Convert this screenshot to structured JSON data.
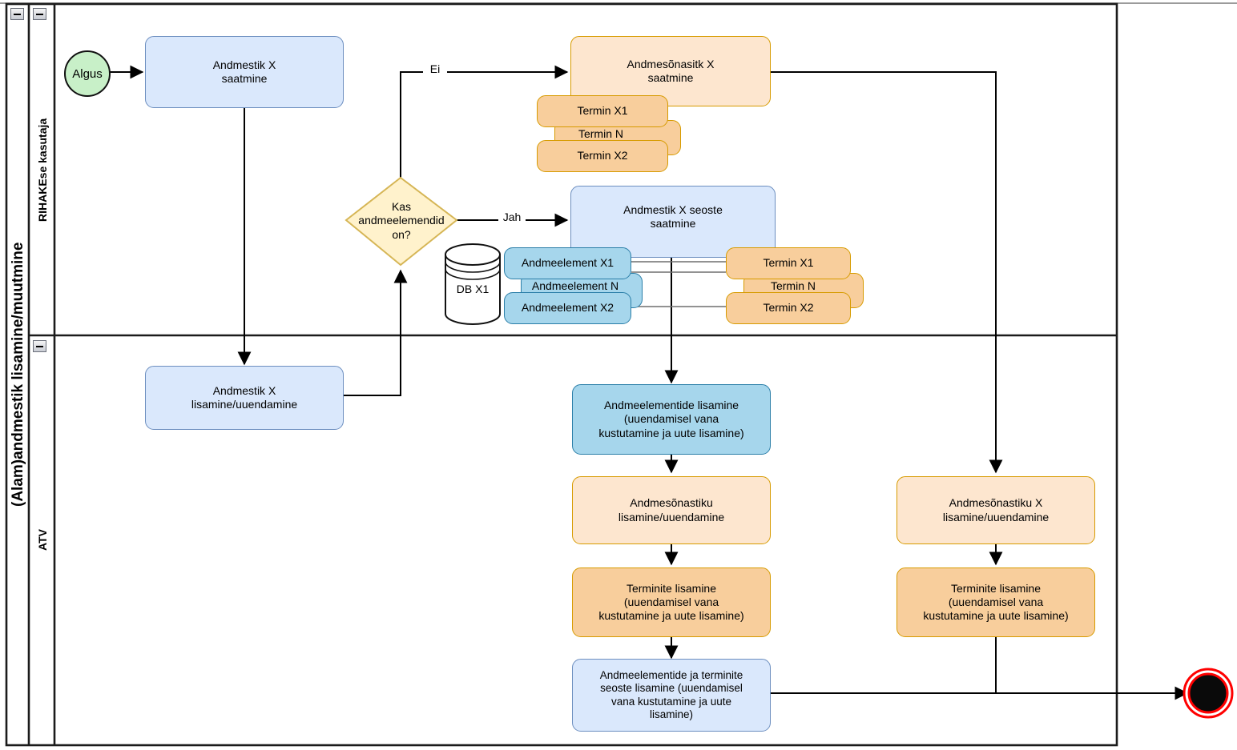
{
  "diagram": {
    "type": "bpmn-swimlane",
    "pool": {
      "title": "(Alam)andmestik lisamine/muutmine"
    },
    "lanes": [
      {
        "id": "lane-rihake",
        "title": "RIHAKEse kasutaja"
      },
      {
        "id": "lane-atv",
        "title": "ATV"
      }
    ],
    "collapse_icon": "minus-icon"
  },
  "events": {
    "start": {
      "label": "Algus",
      "shape": "circle",
      "fill": "#c8f0c8"
    },
    "end": {
      "label": "",
      "shape": "terminate-event",
      "ring": "#ff0000",
      "fill": "#000000"
    }
  },
  "gateway": {
    "label": "Kas andmeelemendid on?",
    "line1": "Kas",
    "line2": "andmeelemendid",
    "line3": "on?",
    "fill": "#fff2cc",
    "stroke": "#d6b656"
  },
  "flow_labels": {
    "no": "Ei",
    "yes": "Jah"
  },
  "tasks": {
    "andmestik_saatmine": {
      "label": "Andmestik X\nsaatmine",
      "fill": "#dae8fc",
      "stroke": "#6c8ebf"
    },
    "andmesonastik_saatmine": {
      "label": "Andmesõnasitk X\nsaatmine",
      "fill": "#fde6cf",
      "stroke": "#d79b00"
    },
    "andmestik_seoste_saatmine": {
      "label": "Andmestik X seoste\nsaatmine",
      "fill": "#dae8fc",
      "stroke": "#6c8ebf"
    },
    "andmestik_lisamine": {
      "label": "Andmestik X\nlisamine/uuendamine",
      "fill": "#dae8fc",
      "stroke": "#6c8ebf"
    },
    "andmeelementide_lisamine": {
      "label": "Andmeelementide lisamine (uuendamisel vana kustutamine ja uute lisamine)",
      "fill": "#a6d6ec",
      "stroke": "#2a7ea8"
    },
    "andmesonastiku_lisamine": {
      "label": "Andmesõnastiku\nlisamine/uuendamine",
      "fill": "#fde6cf",
      "stroke": "#d79b00"
    },
    "terminite_lisamine_c": {
      "label": "Terminite lisamine (uuendamisel vana kustutamine ja uute lisamine)",
      "fill": "#f8ce9c",
      "stroke": "#d79b00"
    },
    "seoste_lisamine": {
      "label": "Andmeelementide ja terminite seoste lisamine (uuendamisel vana kustutamine ja uute lisamine)",
      "fill": "#dae8fc",
      "stroke": "#6c8ebf"
    },
    "andmesonastiku_x_lisamine": {
      "label": "Andmesõnastiku X\nlisamine/uuendamine",
      "fill": "#fde6cf",
      "stroke": "#d79b00"
    },
    "terminite_lisamine_r": {
      "label": "Terminite lisamine (uuendamisel vana kustutamine ja uute lisamine)",
      "fill": "#f8ce9c",
      "stroke": "#d79b00"
    }
  },
  "task_lines": {
    "andmeelementide_lisamine": [
      "Andmeelementide lisamine",
      "(uuendamisel vana",
      "kustutamine ja uute lisamine)"
    ],
    "terminite_lisamine_c": [
      "Terminite lisamine",
      "(uuendamisel vana",
      "kustutamine ja uute lisamine)"
    ],
    "terminite_lisamine_r": [
      "Terminite lisamine",
      "(uuendamisel vana",
      "kustutamine ja uute lisamine)"
    ],
    "seoste_lisamine": [
      "Andmeelementide ja terminite",
      "seoste lisamine (uuendamisel",
      "vana kustutamine ja uute",
      "lisamine)"
    ]
  },
  "data_objects": {
    "database": {
      "label": "DB X1",
      "shape": "cylinder"
    },
    "termin_top": [
      {
        "label": "Termin X1"
      },
      {
        "label": "Termin N"
      },
      {
        "label": "Termin X2"
      }
    ],
    "andmeelement": [
      {
        "label": "Andmeelement X1"
      },
      {
        "label": "Andmeelement N"
      },
      {
        "label": "Andmeelement X2"
      }
    ],
    "termin_right": [
      {
        "label": "Termin X1"
      },
      {
        "label": "Termin N"
      },
      {
        "label": "Termin X2"
      }
    ]
  }
}
